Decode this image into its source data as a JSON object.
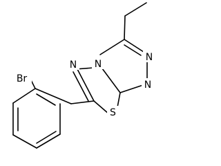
{
  "molecule": {
    "atoms": {
      "br": "Br",
      "s": "S",
      "n_top": "N",
      "n_left": "N",
      "n_right_upper": "N",
      "n_right_lower": "N"
    }
  }
}
